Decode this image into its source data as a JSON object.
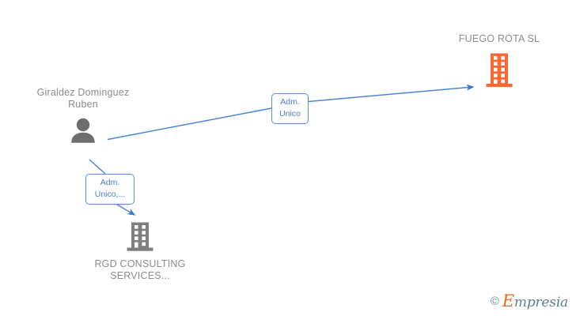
{
  "diagram": {
    "title": "Empresia corporate relationship graph",
    "background_color": "#ffffff",
    "edge_color": "#4a86d8",
    "company_active_color": "#f96a33",
    "company_inactive_color": "#7f7f7f",
    "person_color": "#6e6e6e",
    "label_text_color": "#8c8c8c"
  },
  "nodes": {
    "person": {
      "name": "Giraldez Dominguez Ruben",
      "icon": "person-avatar-icon",
      "type": "person",
      "color": "#6e6e6e"
    },
    "company_fuego": {
      "name": "FUEGO  ROTA  SL",
      "name_line1": "FUEGO",
      "name_line2": "ROTA  SL",
      "icon": "building-icon",
      "type": "company",
      "color": "#f96a33"
    },
    "company_rgd": {
      "name": "RGD CONSULTING SERVICES...",
      "name_line1": "RGD",
      "name_line2": "CONSULTING",
      "name_line3": "SERVICES...",
      "icon": "building-icon",
      "type": "company",
      "color": "#7f7f7f"
    }
  },
  "edges": [
    {
      "id": "edge-person-to-fuego",
      "from": "person",
      "to": "company_fuego",
      "label": "Adm.\nUnico",
      "label_line1": "Adm.",
      "label_line2": "Unico",
      "color": "#4a86d8"
    },
    {
      "id": "edge-person-to-rgd",
      "from": "person",
      "to": "company_rgd",
      "label": "Adm.\nUnico,...",
      "label_line1": "Adm.",
      "label_line2": "Unico,...",
      "color": "#4a86d8"
    }
  ],
  "watermark": {
    "copyright": "©",
    "brand_initial": "E",
    "brand_rest": "mpresia"
  }
}
